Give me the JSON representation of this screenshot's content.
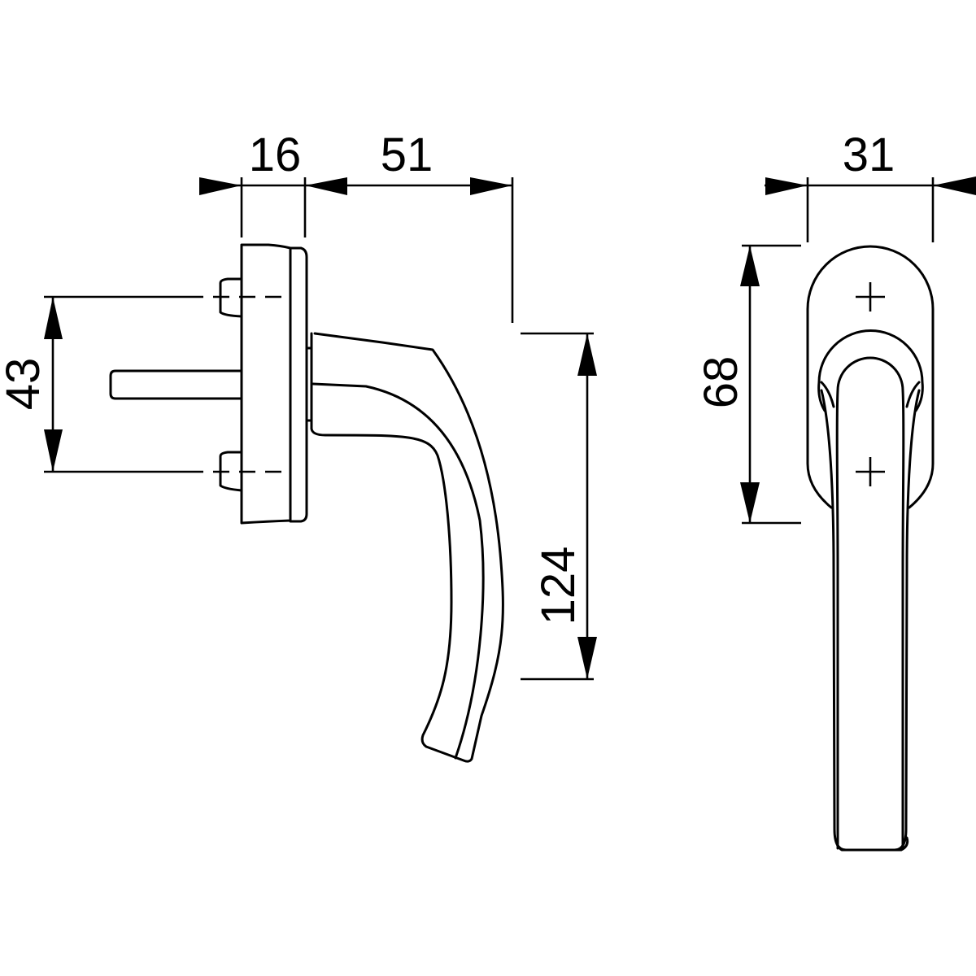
{
  "drawing": {
    "subject": "Window handle technical drawing",
    "line_color": "#000000",
    "background": "#ffffff",
    "views": {
      "side_view": {
        "dimensions": {
          "rose_depth": "16",
          "handle_projection": "51",
          "screw_spacing": "43",
          "handle_length": "124"
        }
      },
      "front_view": {
        "dimensions": {
          "rose_width": "31",
          "rose_height": "68"
        },
        "markers": [
          "screw-center-top",
          "screw-center-bottom"
        ]
      }
    },
    "units": "mm"
  }
}
